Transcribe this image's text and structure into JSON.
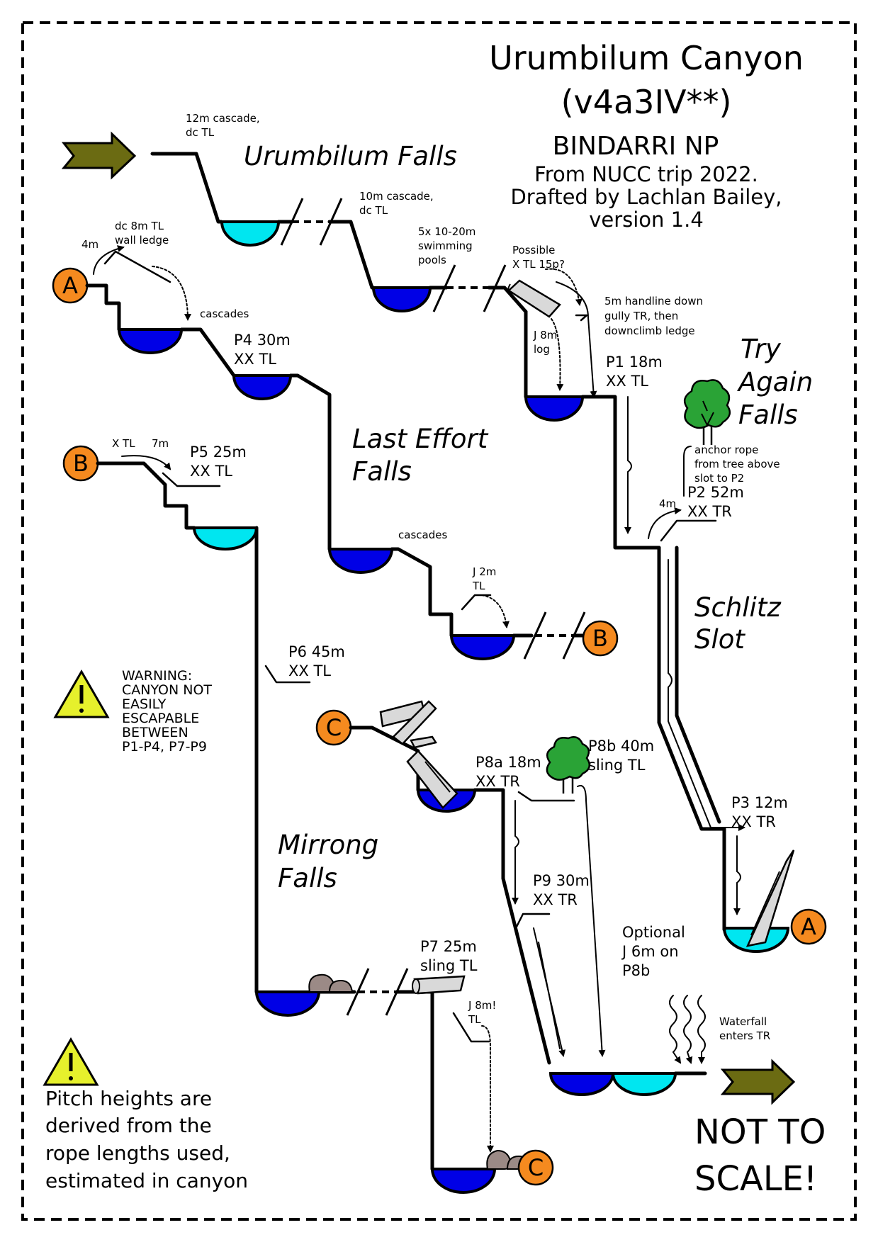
{
  "title": {
    "line1": "Urumbilum Canyon",
    "line2": "(v4a3IV**)",
    "line3": "BINDARRI NP",
    "line4": "From NUCC trip 2022.",
    "line5": "Drafted by Lachlan Bailey,",
    "line6": "version 1.4"
  },
  "section_names": {
    "urumbilum_falls": "Urumbilum Falls",
    "last_effort_1": "Last Effort",
    "last_effort_2": "Falls",
    "try_again_1": "Try",
    "try_again_2": "Again",
    "try_again_3": "Falls",
    "schlitz_1": "Schlitz",
    "schlitz_2": "Slot",
    "mirrong_1": "Mirrong",
    "mirrong_2": "Falls"
  },
  "markers": {
    "a": "A",
    "b": "B",
    "c": "C"
  },
  "notes": {
    "cascade12_1": "12m cascade,",
    "cascade12_2": "dc TL",
    "cascade10_1": "10m cascade,",
    "cascade10_2": "dc TL",
    "pools_1": "5x 10-20m",
    "pools_2": "swimming",
    "pools_3": "pools",
    "possible_1": "Possible",
    "possible_2": "X TL 15p?",
    "handline_1": "5m handline down",
    "handline_2": "gully TR, then",
    "handline_3": "downclimb ledge",
    "jump8_1": "J 8m",
    "jump8_2": "log",
    "dc8_1": "dc 8m TL",
    "dc8_2": "wall ledge",
    "four_m": "4m",
    "cascades_a": "cascades",
    "cascades_b": "cascades",
    "xtl": "X TL",
    "seven_m": "7m",
    "j2_1": "J 2m",
    "j2_2": "TL",
    "anchor_1": "anchor rope",
    "anchor_2": "from tree above",
    "anchor_3": "slot to P2",
    "four_m_b": "4m",
    "j8_1": "J 8m!",
    "j8_2": "TL",
    "optional_1": "Optional",
    "optional_2": "J 6m on",
    "optional_3": "P8b",
    "waterfall_1": "Waterfall",
    "waterfall_2": "enters TR"
  },
  "pitches": {
    "p1": {
      "name": "P1 18m",
      "anchor": "XX TL"
    },
    "p2": {
      "name": "P2 52m",
      "anchor": "XX TR"
    },
    "p3": {
      "name": "P3 12m",
      "anchor": "XX TR"
    },
    "p4": {
      "name": "P4 30m",
      "anchor": "XX TL"
    },
    "p5": {
      "name": "P5 25m",
      "anchor": "XX TL"
    },
    "p6": {
      "name": "P6 45m",
      "anchor": "XX TL"
    },
    "p7": {
      "name": "P7 25m",
      "anchor": "sling TL"
    },
    "p8a": {
      "name": "P8a 18m",
      "anchor": "XX TR"
    },
    "p8b": {
      "name": "P8b 40m",
      "anchor": "sling TL"
    },
    "p9": {
      "name": "P9 30m",
      "anchor": "XX TR"
    }
  },
  "warning": {
    "line1": "WARNING:",
    "line2": "CANYON NOT",
    "line3": "EASILY",
    "line4": "ESCAPABLE",
    "line5": "BETWEEN",
    "line6": "P1-P4, P7-P9"
  },
  "pitch_heights_note": {
    "line1": "Pitch heights are",
    "line2": "derived from the",
    "line3": "rope lengths used,",
    "line4": "estimated in canyon"
  },
  "not_to_scale": {
    "line1": "NOT TO",
    "line2": "SCALE!"
  },
  "colors": {
    "deep_pool": "#0000e6",
    "shallow_pool": "#00e6f0",
    "marker_fill": "#f58a1f",
    "warning_fill": "#e6f02c",
    "arrow_fill": "#6b6b12",
    "tree": "#2aa336",
    "log": "#d9d9d9",
    "rock": "#9b8a86"
  }
}
